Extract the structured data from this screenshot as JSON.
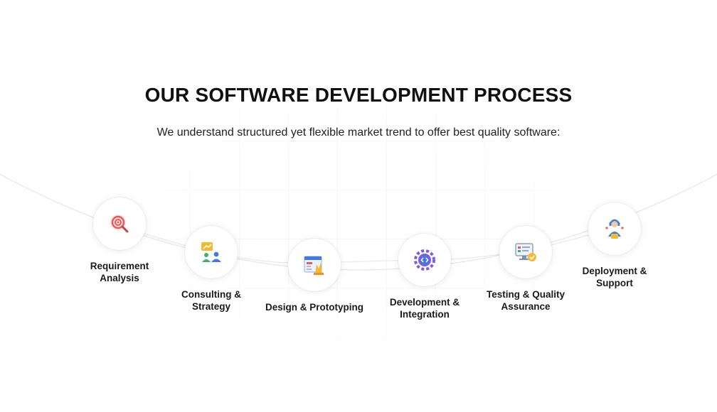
{
  "section": {
    "title": "OUR SOFTWARE DEVELOPMENT PROCESS",
    "subtitle": "We understand structured yet flexible market trend to offer best quality software:"
  },
  "steps": [
    {
      "label": "Requirement\nAnalysis",
      "icon": "target-magnifier-icon"
    },
    {
      "label": "Consulting &\nStrategy",
      "icon": "team-chart-icon"
    },
    {
      "label": "Design & Prototyping",
      "icon": "design-layout-icon"
    },
    {
      "label": "Development &\nIntegration",
      "icon": "gear-code-icon"
    },
    {
      "label": "Testing & Quality\nAssurance",
      "icon": "monitor-check-icon"
    },
    {
      "label": "Deployment &\nSupport",
      "icon": "support-person-icon"
    }
  ],
  "colors": {
    "accent_red": "#E85A5A",
    "accent_yellow": "#F5B82E",
    "accent_blue": "#3F7BE0",
    "accent_green": "#3BB273",
    "accent_purple": "#7C5CE0"
  }
}
